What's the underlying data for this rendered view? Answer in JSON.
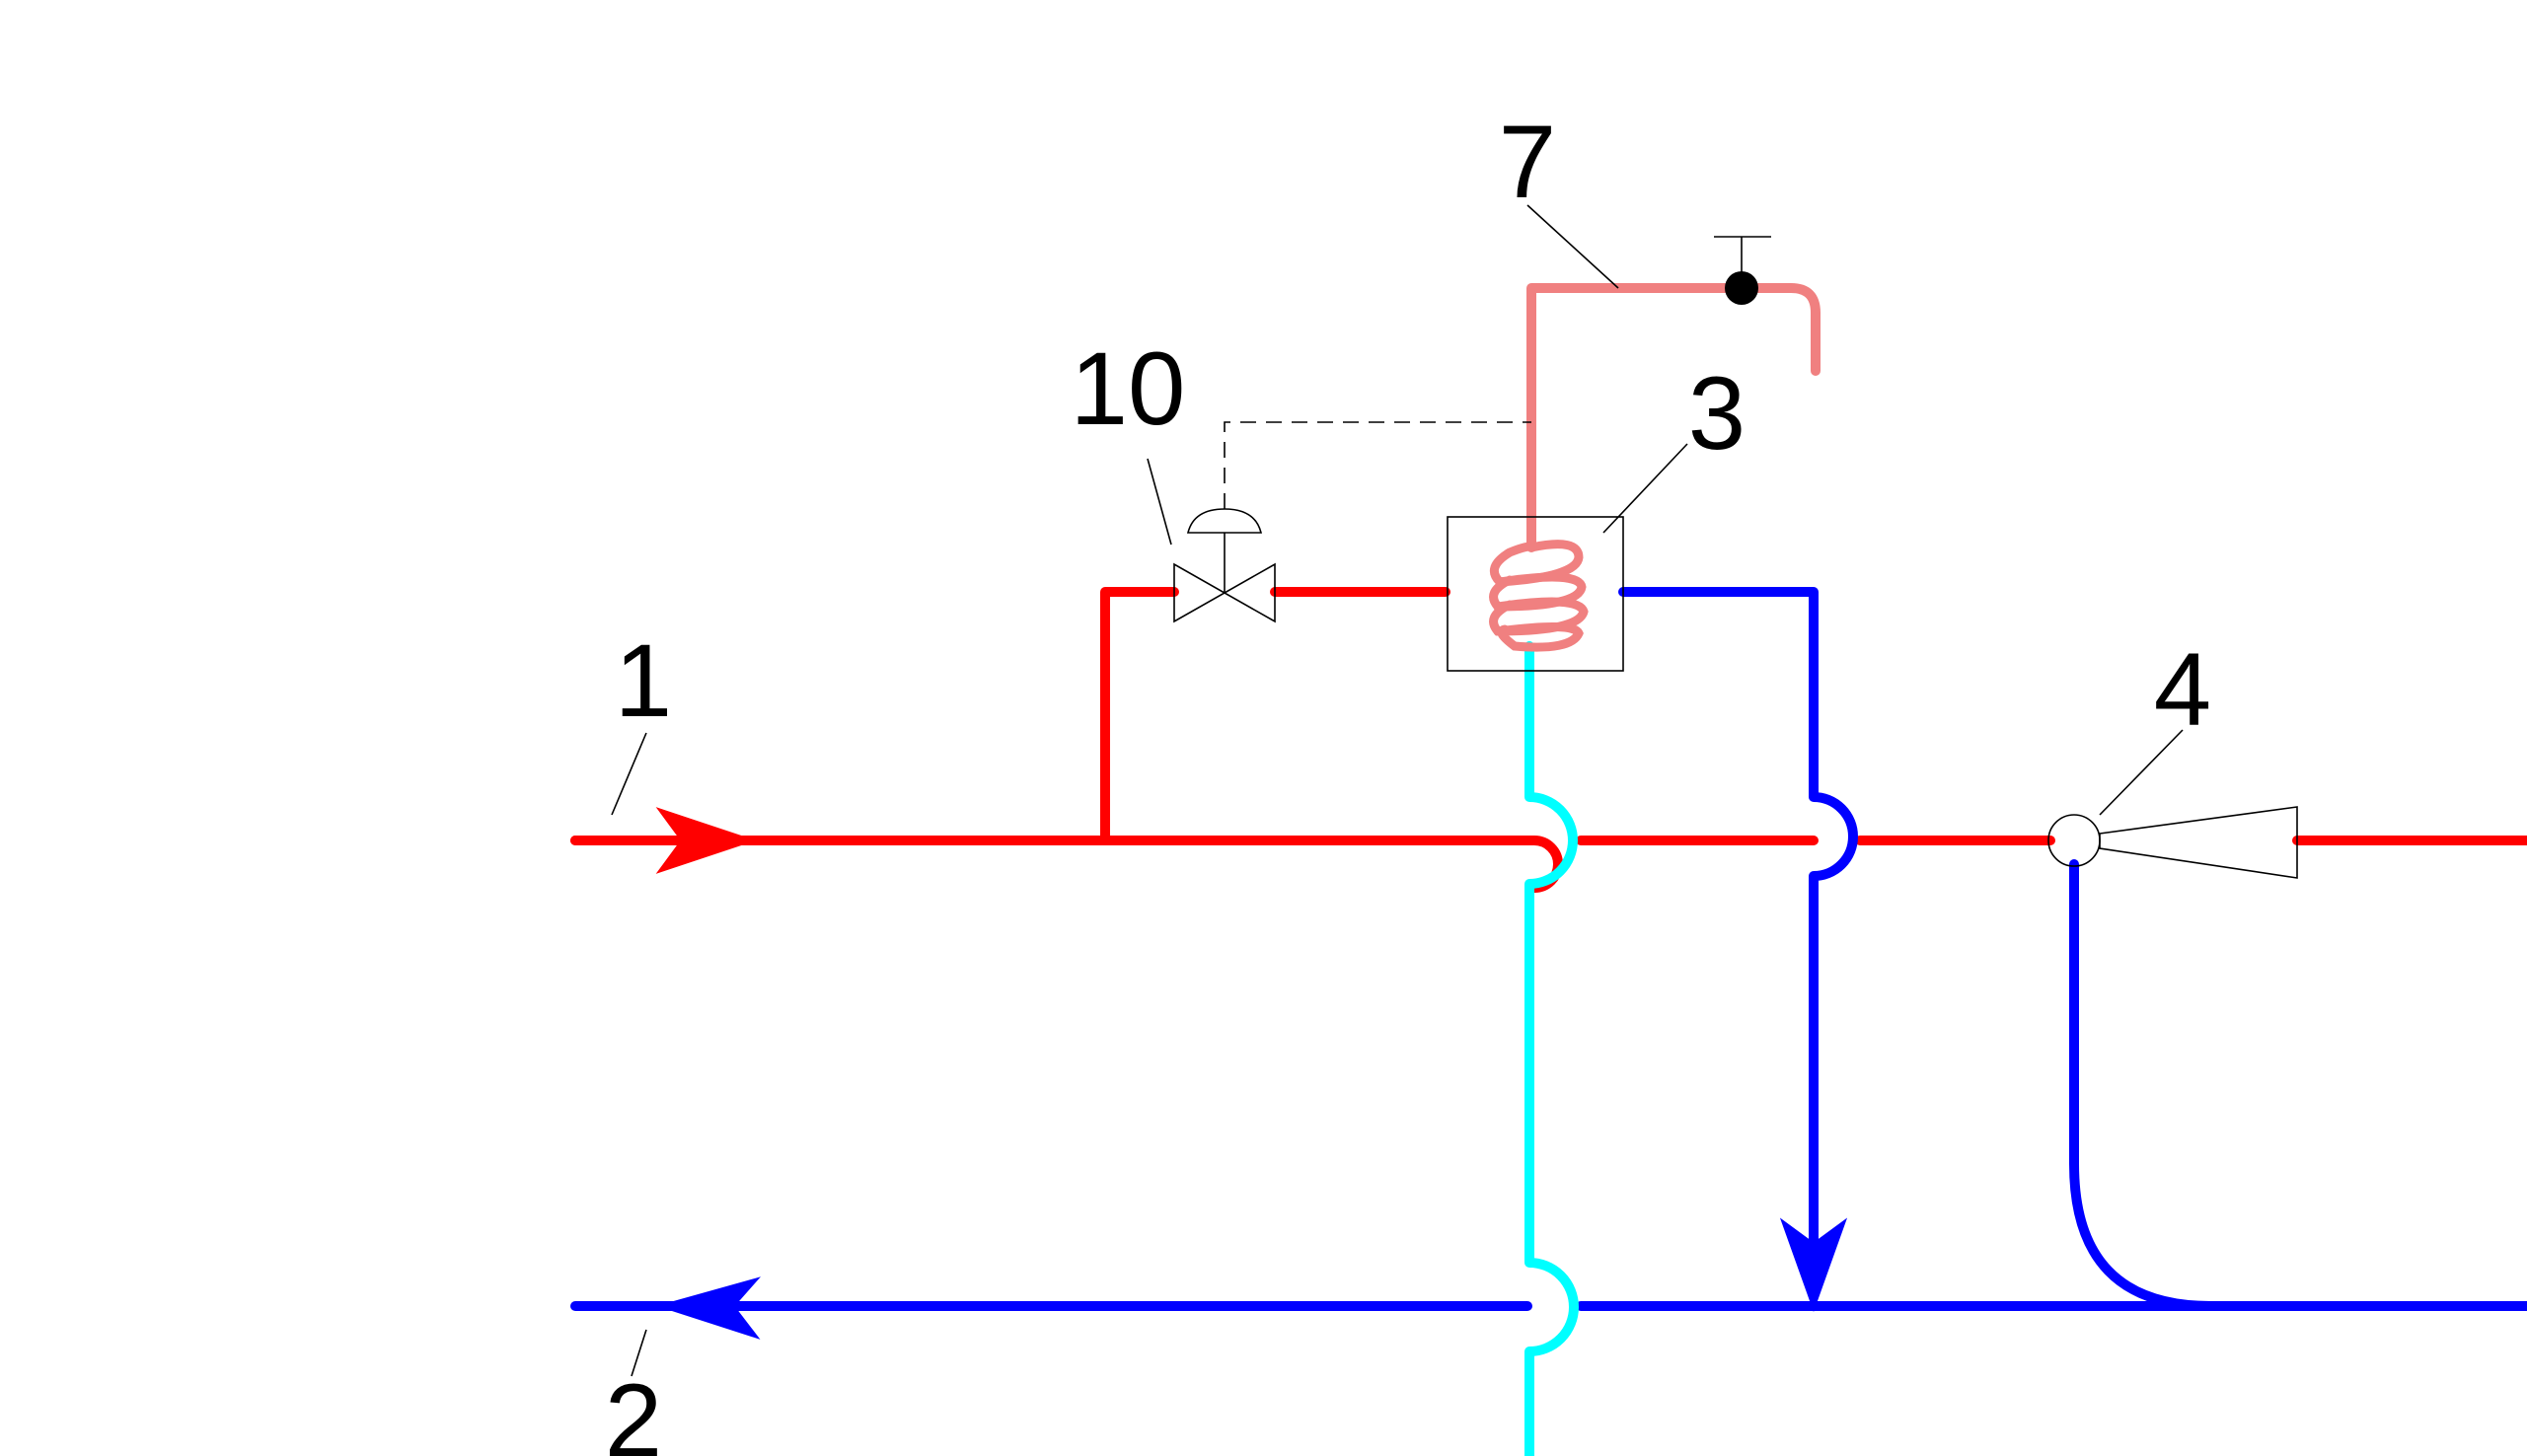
{
  "labels": {
    "supply_line": "1",
    "return_line": "2",
    "heat_exchanger": "3",
    "jet_pump": "4",
    "hot_water_line": "7",
    "control_valve": "10"
  },
  "colors": {
    "supply": "#ff0000",
    "return": "#0000ff",
    "cold_water": "#00ffff",
    "hot_water": "#f08080",
    "outline": "#000000"
  }
}
